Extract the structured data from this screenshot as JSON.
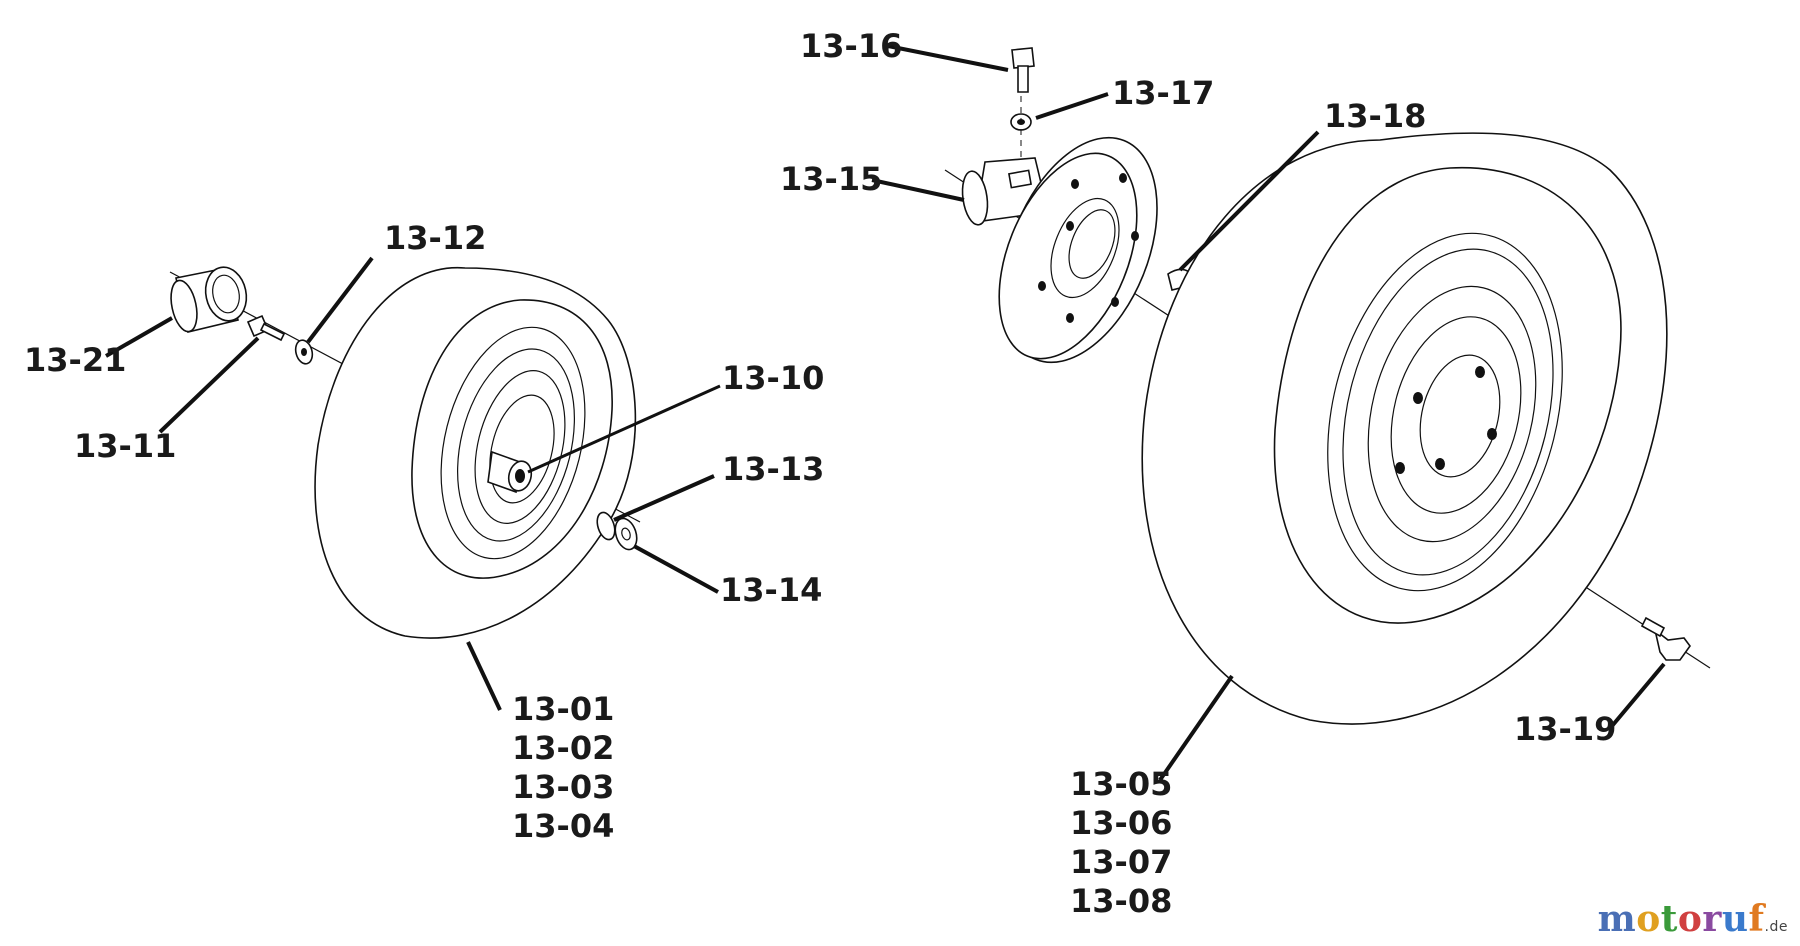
{
  "labels": {
    "p13_01": "13-01",
    "p13_02": "13-02",
    "p13_03": "13-03",
    "p13_04": "13-04",
    "p13_05": "13-05",
    "p13_06": "13-06",
    "p13_07": "13-07",
    "p13_08": "13-08",
    "p13_10": "13-10",
    "p13_11": "13-11",
    "p13_12": "13-12",
    "p13_13": "13-13",
    "p13_14": "13-14",
    "p13_15": "13-15",
    "p13_16": "13-16",
    "p13_17": "13-17",
    "p13_18": "13-18",
    "p13_19": "13-19",
    "p13_21": "13-21"
  },
  "watermark": {
    "letters": [
      "m",
      "o",
      "t",
      "o",
      "r",
      "u",
      "f"
    ],
    "colors": [
      "#4a6fb5",
      "#e0a020",
      "#3a9a3a",
      "#d04040",
      "#8a4aa0",
      "#3a7acc",
      "#e07a20"
    ],
    "tld": ".de"
  }
}
